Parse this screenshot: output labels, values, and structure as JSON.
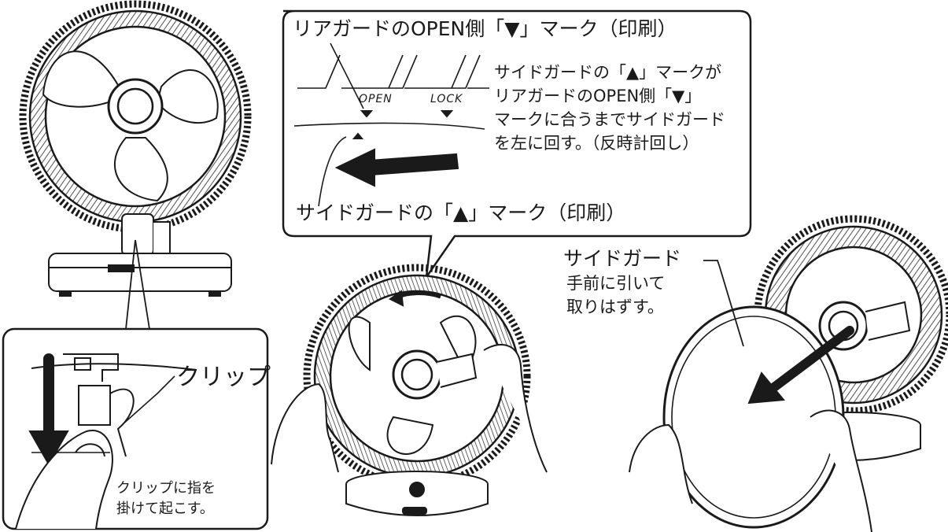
{
  "callout_top": {
    "title": "リアガードのOPEN側「▼」マーク（印刷）",
    "guard_labels": {
      "open": "OPEN",
      "lock": "LOCK"
    },
    "instruction_lines": [
      "サイドガードの「▲」マークが",
      "リアガードのOPEN側「▼」",
      "マークに合うまでサイドガード",
      "を左に回す。（反時計回し）"
    ],
    "bottom_label": "サイドガードの「▲」マーク（印刷）"
  },
  "callout_clip": {
    "clip_label": "クリップ",
    "instruction_lines": [
      "クリップに指を",
      "掛けて起こす。"
    ]
  },
  "right_step": {
    "label_lines": [
      "サイドガード",
      "手前に引いて",
      "取りはずす。"
    ]
  }
}
